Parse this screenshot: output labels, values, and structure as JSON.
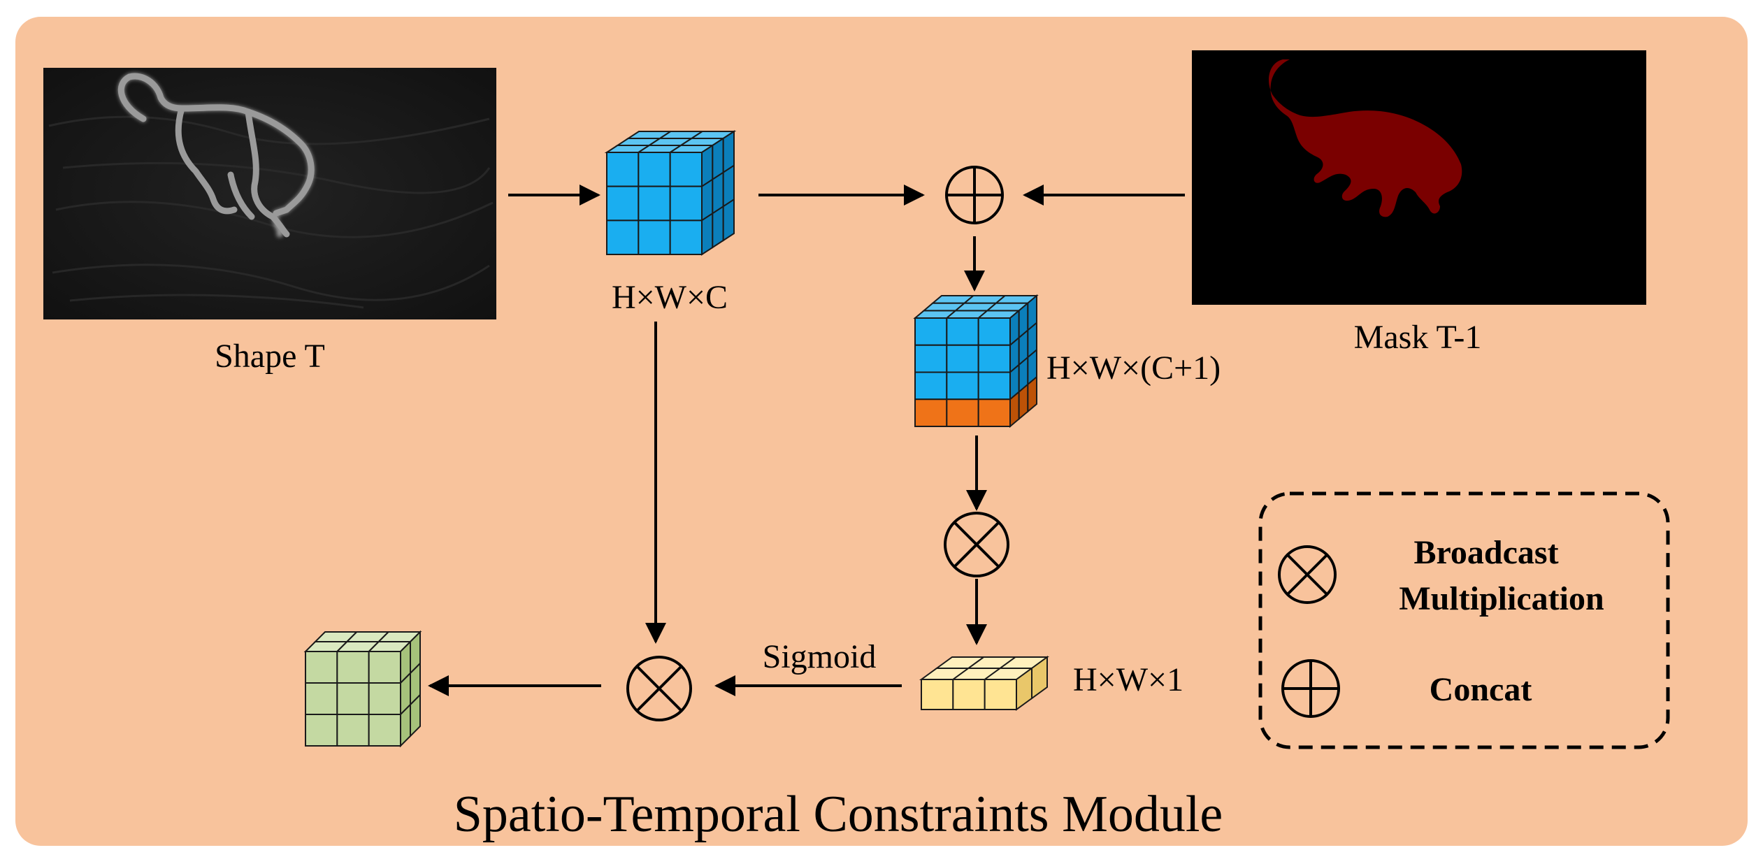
{
  "title": "Spatio-Temporal Constraints Module",
  "colors": {
    "background": "#f8c39c",
    "blue_front": "#1aaef0",
    "blue_top": "#5cc4f2",
    "blue_side": "#0b7fbb",
    "orange_front": "#ef7318",
    "orange_side": "#bd5207",
    "yellow_front": "#ffe493",
    "yellow_top": "#fff0bd",
    "yellow_side": "#e9c76a",
    "green_front": "#c4d9a2",
    "green_top": "#dae9c0",
    "green_side": "#a6c27b",
    "mask_fill": "#7a0000"
  },
  "nodes": {
    "shape_image": {
      "label": "Shape T"
    },
    "mask_image": {
      "label": "Mask T-1"
    },
    "feature_cube": {
      "label": "H×W×C"
    },
    "concat_cube": {
      "label": "H×W×(C+1)"
    },
    "attention_map": {
      "label": "H×W×1"
    },
    "output_cube": {
      "label": ""
    },
    "concat_op": {
      "symbol": "concat-icon"
    },
    "multiply_op_1": {
      "symbol": "broadcast-multiply-icon"
    },
    "multiply_op_2": {
      "symbol": "broadcast-multiply-icon"
    }
  },
  "edges": [
    {
      "from": "shape_image",
      "to": "feature_cube",
      "label": ""
    },
    {
      "from": "feature_cube",
      "to": "concat_op",
      "label": ""
    },
    {
      "from": "mask_image",
      "to": "concat_op",
      "label": ""
    },
    {
      "from": "concat_op",
      "to": "concat_cube",
      "label": ""
    },
    {
      "from": "concat_cube",
      "to": "multiply_op_1",
      "label": ""
    },
    {
      "from": "multiply_op_1",
      "to": "attention_map",
      "label": ""
    },
    {
      "from": "feature_cube",
      "to": "multiply_op_2",
      "label": ""
    },
    {
      "from": "attention_map",
      "to": "multiply_op_2",
      "label": "Sigmoid"
    },
    {
      "from": "multiply_op_2",
      "to": "output_cube",
      "label": ""
    }
  ],
  "legend": {
    "multiply_label_line1": "Broadcast",
    "multiply_label_line2": "Multiplication",
    "concat_label": "Concat"
  }
}
